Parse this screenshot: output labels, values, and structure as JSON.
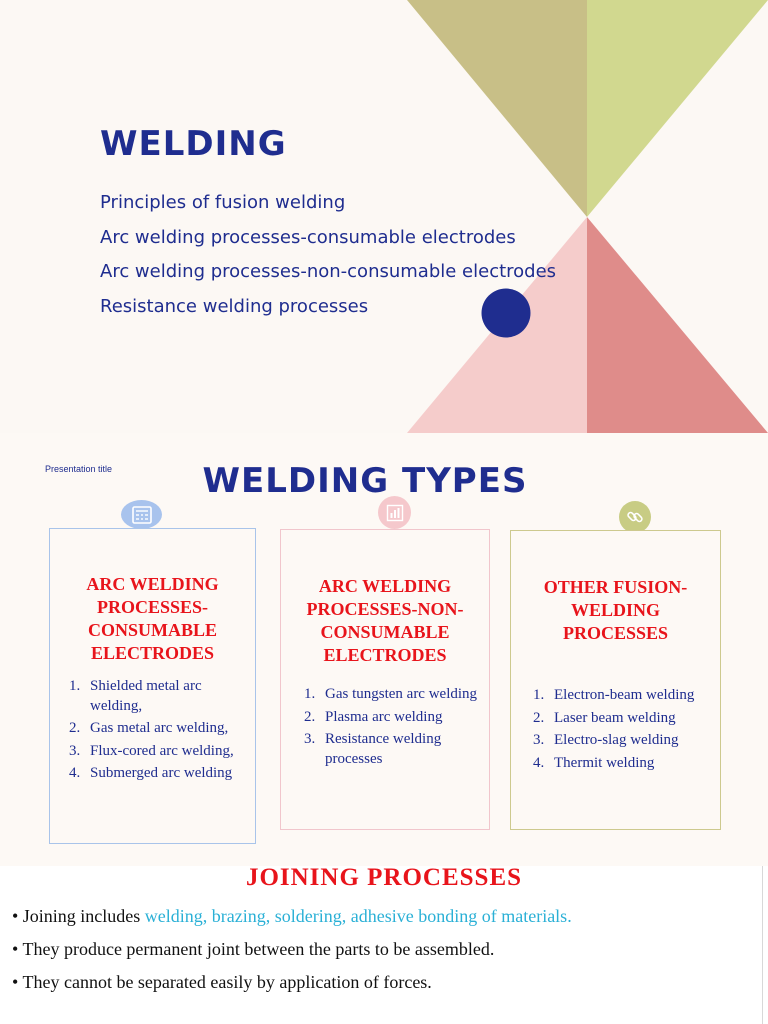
{
  "slide1": {
    "title": "WELDING",
    "items": [
      "Principles of fusion welding",
      "Arc welding processes-consumable electrodes",
      "Arc welding processes-non-consumable electrodes",
      "Resistance welding processes"
    ],
    "colors": {
      "olive": "#c8bf87",
      "lime": "#d1d88f",
      "pink": "#f5cccb",
      "rose": "#df8c8a",
      "navy": "#1f2d8f"
    }
  },
  "slide2": {
    "presentation_title": "Presentation title",
    "title": "WELDING TYPES",
    "cards": [
      {
        "icon": "calculator-icon",
        "heading": "ARC WELDING PROCESSES-CONSUMABLE ELECTRODES",
        "items": [
          "Shielded metal arc welding,",
          "Gas metal arc welding,",
          "Flux-cored arc welding,",
          "Submerged arc welding"
        ]
      },
      {
        "icon": "bar-chart-icon",
        "heading": "ARC WELDING PROCESSES-NON-CONSUMABLE ELECTRODES",
        "items": [
          "Gas tungsten arc welding",
          "Plasma arc welding",
          "Resistance welding processes"
        ]
      },
      {
        "icon": "link-icon",
        "heading": "OTHER FUSION-WELDING PROCESSES",
        "items": [
          "Electron-beam welding",
          "Laser beam welding",
          "Electro-slag welding",
          "Thermit welding"
        ]
      }
    ]
  },
  "slide3": {
    "title": "JOINING PROCESSES",
    "bullet1_prefix": "• Joining includes ",
    "bullet1_highlight": "welding, brazing, soldering, adhesive bonding of materials.",
    "bullet2": "• They produce permanent joint between the parts to be assembled.",
    "bullet3": "• They cannot be separated easily by application of forces."
  }
}
